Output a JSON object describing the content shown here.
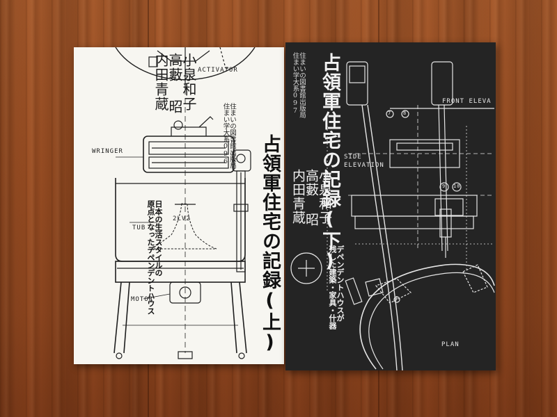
{
  "scene": "two-books-on-wooden-table",
  "left_book": {
    "authors": [
      "小泉和子",
      "高藪 昭",
      "内田青蔵"
    ],
    "publisher": [
      "住まいの図書館出版局",
      "住まい学大系096"
    ],
    "title": "占領軍住宅の記録(上)",
    "subtitle": [
      "日本の生活スタイルの",
      "原点となったデペンデントハウス"
    ],
    "labels": {
      "activator": "ACTIVATOR",
      "wringer": "WRINGER",
      "tub": "TUB",
      "motor": "MOTOR",
      "drawing_number": "2LV2"
    }
  },
  "right_book": {
    "authors": [
      "小泉和子",
      "高藪 昭",
      "内田青蔵"
    ],
    "publisher": [
      "住まいの図書館出版局",
      "住まい学大系097"
    ],
    "title": "占領軍住宅の記録(下)",
    "subtitle": [
      "デペンデントハウスが",
      "残した建築・家具・什器"
    ],
    "labels": {
      "front_elevation": "FRONT ELEVA",
      "side_elevation": [
        "SIDE",
        "ELEVATION"
      ],
      "plan": "PLAN",
      "callouts": [
        "7",
        "8",
        "9",
        "10",
        "4"
      ]
    }
  },
  "colors": {
    "wood": "#9b4f24",
    "left_cover": "#f7f6f1",
    "right_cover": "#242424"
  }
}
